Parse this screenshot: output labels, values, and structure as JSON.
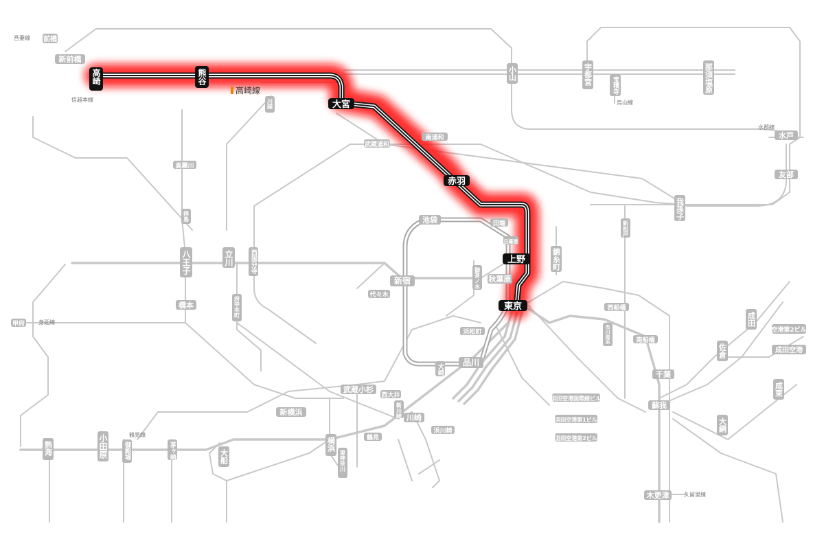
{
  "legend": {
    "line_name": "高崎線",
    "line_color": "#f08200"
  },
  "highlight_color": "#ff1010",
  "route_stations": {
    "takasaki": "高崎",
    "kumagaya": "熊谷",
    "omiya": "大宮",
    "akabane": "赤羽",
    "ueno": "上野",
    "tokyo": "東京"
  },
  "stations": {
    "maebashi": "前橋",
    "shinmaebashi": "新前橋",
    "oyama": "小山",
    "utsunomiya": "宇都宮",
    "hoshakuji": "宝積寺",
    "nasushiobara": "那須塩原",
    "mito": "水戸",
    "tomobe": "友部",
    "kawagoe": "川越",
    "musashiurawa": "武蔵浦和",
    "minamiurawa": "南浦和",
    "komagawa": "高麗川",
    "haijima": "拝島",
    "hachioji": "八王子",
    "tachikawa": "立川",
    "nishikokubunji": "西国分寺",
    "ikebukuro": "池袋",
    "tabata": "田端",
    "nippori": "日暮里",
    "shinjuku": "新宿",
    "yoyogi": "代々木",
    "ochanomizu": "御茶ノ水",
    "akihabara": "秋葉原",
    "kinshicho": "錦糸町",
    "shinmatsudo": "新松戸",
    "abiko": "我孫子",
    "hamamatsucho": "浜松町",
    "shinagawa": "品川",
    "osaki": "大崎",
    "fuchuhommachi": "府中本町",
    "hashimoto": "橋本",
    "nishifunabashi": "西船橋",
    "ichikawashiohama": "市川塩浜",
    "minamifunabashi": "南船橋",
    "chiba": "千葉",
    "soga": "蘇我",
    "kisarazu": "木更津",
    "narita": "成田",
    "sakura": "佐倉",
    "naruto": "成東",
    "oami": "大網",
    "airport2": "空港第2ビル",
    "naritaairport": "成田空港",
    "kofu": "甲府",
    "musashikosugi": "武蔵小杉",
    "nishioi": "西大井",
    "shinkawasaki": "新川崎",
    "kawasaki": "川崎",
    "hamakawasaki": "浜川崎",
    "shinyokohama": "新横浜",
    "yokohama": "横浜",
    "tsurumi": "鶴見",
    "higashikanagawa": "東神奈川",
    "ofuna": "大船",
    "odawara": "小田原",
    "atami": "熱海",
    "gotemba": "御殿場",
    "chigasaki": "茅ヶ崎",
    "haneda_term": "羽田空港国際線ビル",
    "haneda_t1": "羽田空港第1ビル",
    "haneda_t2": "羽田空港第2ビル"
  },
  "labels": {
    "agatsuma": "吾妻線",
    "shinetsu": "信越本線",
    "karasuyama": "烏山線",
    "suigun": "水郡線",
    "minobu": "身延線",
    "kurihama": "久留里線",
    "katsuta": "鶴見線"
  }
}
